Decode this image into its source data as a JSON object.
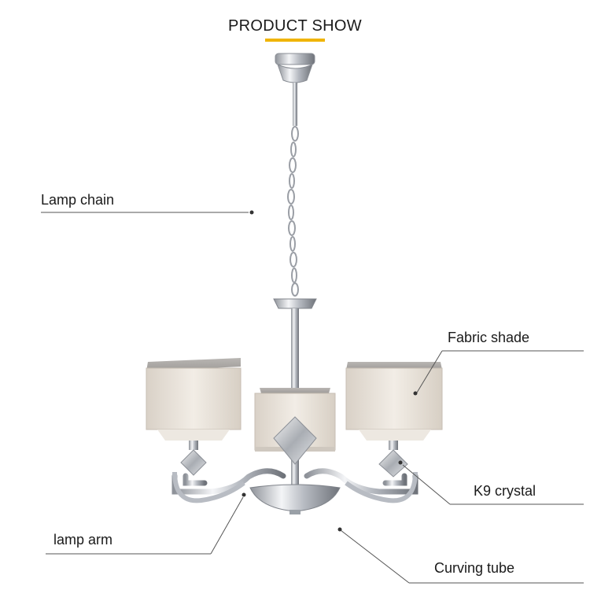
{
  "header": {
    "title": "PRODUCT SHOW",
    "accent_color": "#f0b400"
  },
  "callouts": [
    {
      "id": "lamp-chain",
      "text": "Lamp chain"
    },
    {
      "id": "fabric-shade",
      "text": "Fabric shade"
    },
    {
      "id": "k9-crystal",
      "text": "K9 crystal"
    },
    {
      "id": "lamp-arm",
      "text": "lamp arm"
    },
    {
      "id": "curving-tube",
      "text": "Curving tube"
    }
  ],
  "colors": {
    "leader_line": "#555555",
    "shade_fabric": "#e9e3dc",
    "chrome": "#c9ccd1"
  }
}
